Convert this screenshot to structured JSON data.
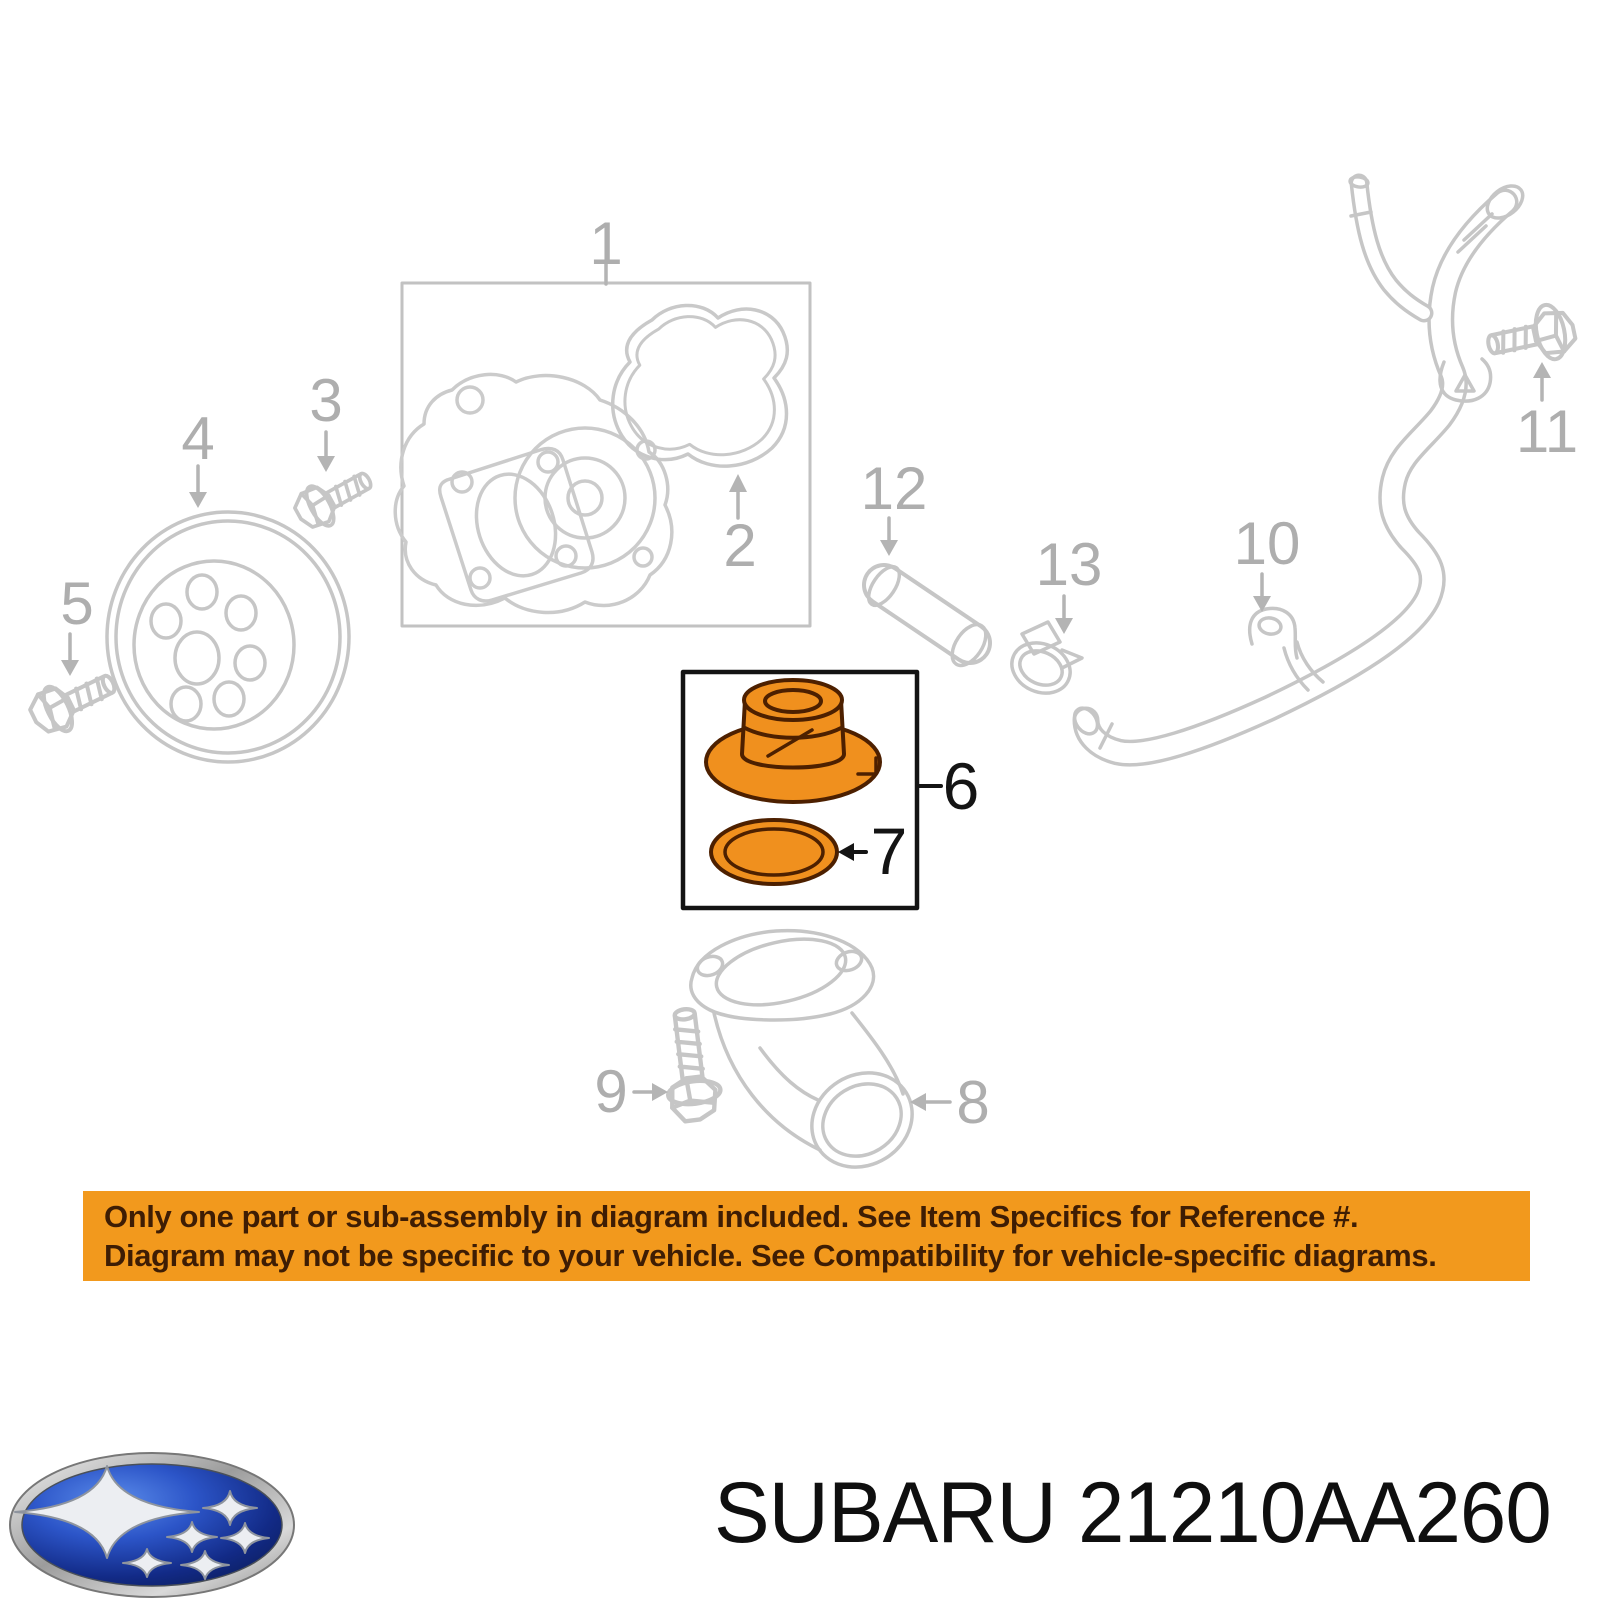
{
  "diagram": {
    "title_hint": "Subaru engine cooling parts diagram (water pump / thermostat)",
    "callouts": [
      {
        "id": "1",
        "label": "1",
        "highlighted": false
      },
      {
        "id": "2",
        "label": "2",
        "highlighted": false
      },
      {
        "id": "3",
        "label": "3",
        "highlighted": false
      },
      {
        "id": "4",
        "label": "4",
        "highlighted": false
      },
      {
        "id": "5",
        "label": "5",
        "highlighted": false
      },
      {
        "id": "6",
        "label": "6",
        "highlighted": true
      },
      {
        "id": "7",
        "label": "7",
        "highlighted": true
      },
      {
        "id": "8",
        "label": "8",
        "highlighted": false
      },
      {
        "id": "9",
        "label": "9",
        "highlighted": false
      },
      {
        "id": "10",
        "label": "10",
        "highlighted": false
      },
      {
        "id": "11",
        "label": "11",
        "highlighted": false
      },
      {
        "id": "12",
        "label": "12",
        "highlighted": false
      },
      {
        "id": "13",
        "label": "13",
        "highlighted": false
      }
    ],
    "highlighted_parts": [
      "6",
      "7"
    ],
    "colors": {
      "line_gray": "#c6c6c6",
      "label_gray": "#aeaeae",
      "highlight_orange": "#F0901E",
      "highlight_outline": "#4D2000",
      "box_border_black": "#141414"
    }
  },
  "banner": {
    "background": "#F2991D",
    "text_color": "#3E1D04",
    "line1": "Only one part or sub-assembly in diagram included. See Item Specifics for Reference #.",
    "line2": "Diagram may not be specific to your vehicle. See Compatibility for vehicle-specific diagrams."
  },
  "footer": {
    "brand": "SUBARU",
    "part_number": "21210AA260",
    "title": "SUBARU 21210AA260",
    "logo_icon": "subaru-logo",
    "logo_colors": {
      "field_blue": "#1e3cae",
      "star_silver": "#eceef2",
      "rim_silver": "#b9b9b9"
    }
  }
}
